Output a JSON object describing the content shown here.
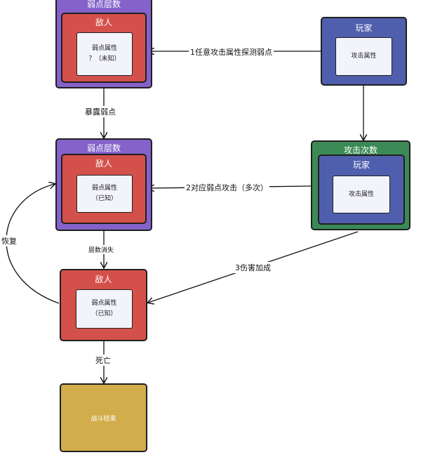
{
  "weak_layers_top": {
    "title": "弱点层数",
    "inner_title": "敌人",
    "attr": "弱点属性",
    "attr_state": "？（未知）"
  },
  "player_top": {
    "title": "玩家",
    "attr": "攻击属性"
  },
  "weak_layers_mid": {
    "title": "弱点层数",
    "inner_title": "敌人",
    "attr": "弱点属性",
    "attr_state": "（已知）"
  },
  "attack_times": {
    "title": "攻击次数",
    "inner_title": "玩家",
    "attr": "攻击属性"
  },
  "enemy_bottom": {
    "title": "敌人",
    "attr": "弱点属性",
    "attr_state": "（已知）"
  },
  "battle_end": {
    "label": "战斗结束"
  },
  "arrows": {
    "probe": "1任意攻击属性探测弱点",
    "expose": "暴露弱点",
    "attack": "2对应弱点攻击（多次）",
    "layer_gone": "层数消失",
    "damage": "3伤害加成",
    "recover": "恢复",
    "death": "死亡"
  }
}
